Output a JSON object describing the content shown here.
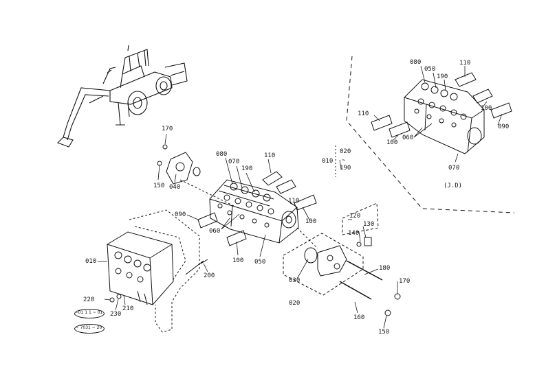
{
  "diagram": {
    "labels": {
      "l170a": "170",
      "l150a": "150",
      "l040": "040",
      "l080a": "080",
      "l070a": "070",
      "l190a": "190",
      "l110a": "110",
      "l110b": "110",
      "l090a": "090",
      "l060a": "060",
      "l100a": "100",
      "l100b": "100",
      "l050a": "050",
      "l010a": "010",
      "l200": "200",
      "l220": "220",
      "l230": "230",
      "l210": "210",
      "l020a": "020",
      "l010b": "010",
      "l190b": "190",
      "l120": "120",
      "l130": "130",
      "l140": "140",
      "l030": "030",
      "l020b": "020",
      "l180": "180",
      "l170b": "170",
      "l160": "160",
      "l150b": "150",
      "l080b": "080",
      "l050b": "050",
      "l190c": "190",
      "l110c": "110",
      "l110d": "110",
      "l100c": "100",
      "l100d": "100",
      "l060b": "060",
      "l090b": "090",
      "l070b": "070"
    },
    "range_mark": "~",
    "variant_tag": "(J.D)",
    "serial_notes": [
      "~01 1 1 ~ 01",
      "~ 7031 ~ 20"
    ]
  }
}
